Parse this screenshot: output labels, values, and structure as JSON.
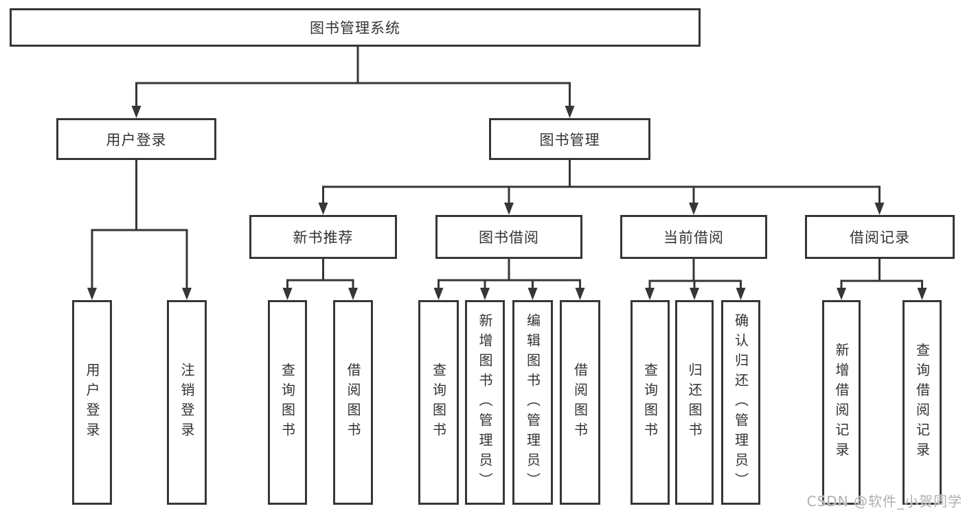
{
  "diagram": {
    "root": {
      "label": "图书管理系统"
    },
    "level2": [
      {
        "label": "用户登录"
      },
      {
        "label": "图书管理"
      }
    ],
    "level3": [
      {
        "label": "新书推荐"
      },
      {
        "label": "图书借阅"
      },
      {
        "label": "当前借阅"
      },
      {
        "label": "借阅记录"
      }
    ],
    "leaves": {
      "user_login": [
        "用户登录",
        "注销登录"
      ],
      "new_book": [
        "查询图书",
        "借阅图书"
      ],
      "borrow": [
        "查询图书",
        "新增图书（管理员）",
        "编辑图书（管理员）",
        "借阅图书"
      ],
      "current": [
        "查询图书",
        "归还图书",
        "确认归还（管理员）"
      ],
      "records": [
        "新增借阅记录",
        "查询借阅记录"
      ]
    }
  },
  "watermark": "CSDN @软件_小贺同学",
  "colors": {
    "line": "#363636",
    "text": "#333333",
    "watermark": "#b0b0b0",
    "background": "#ffffff"
  }
}
